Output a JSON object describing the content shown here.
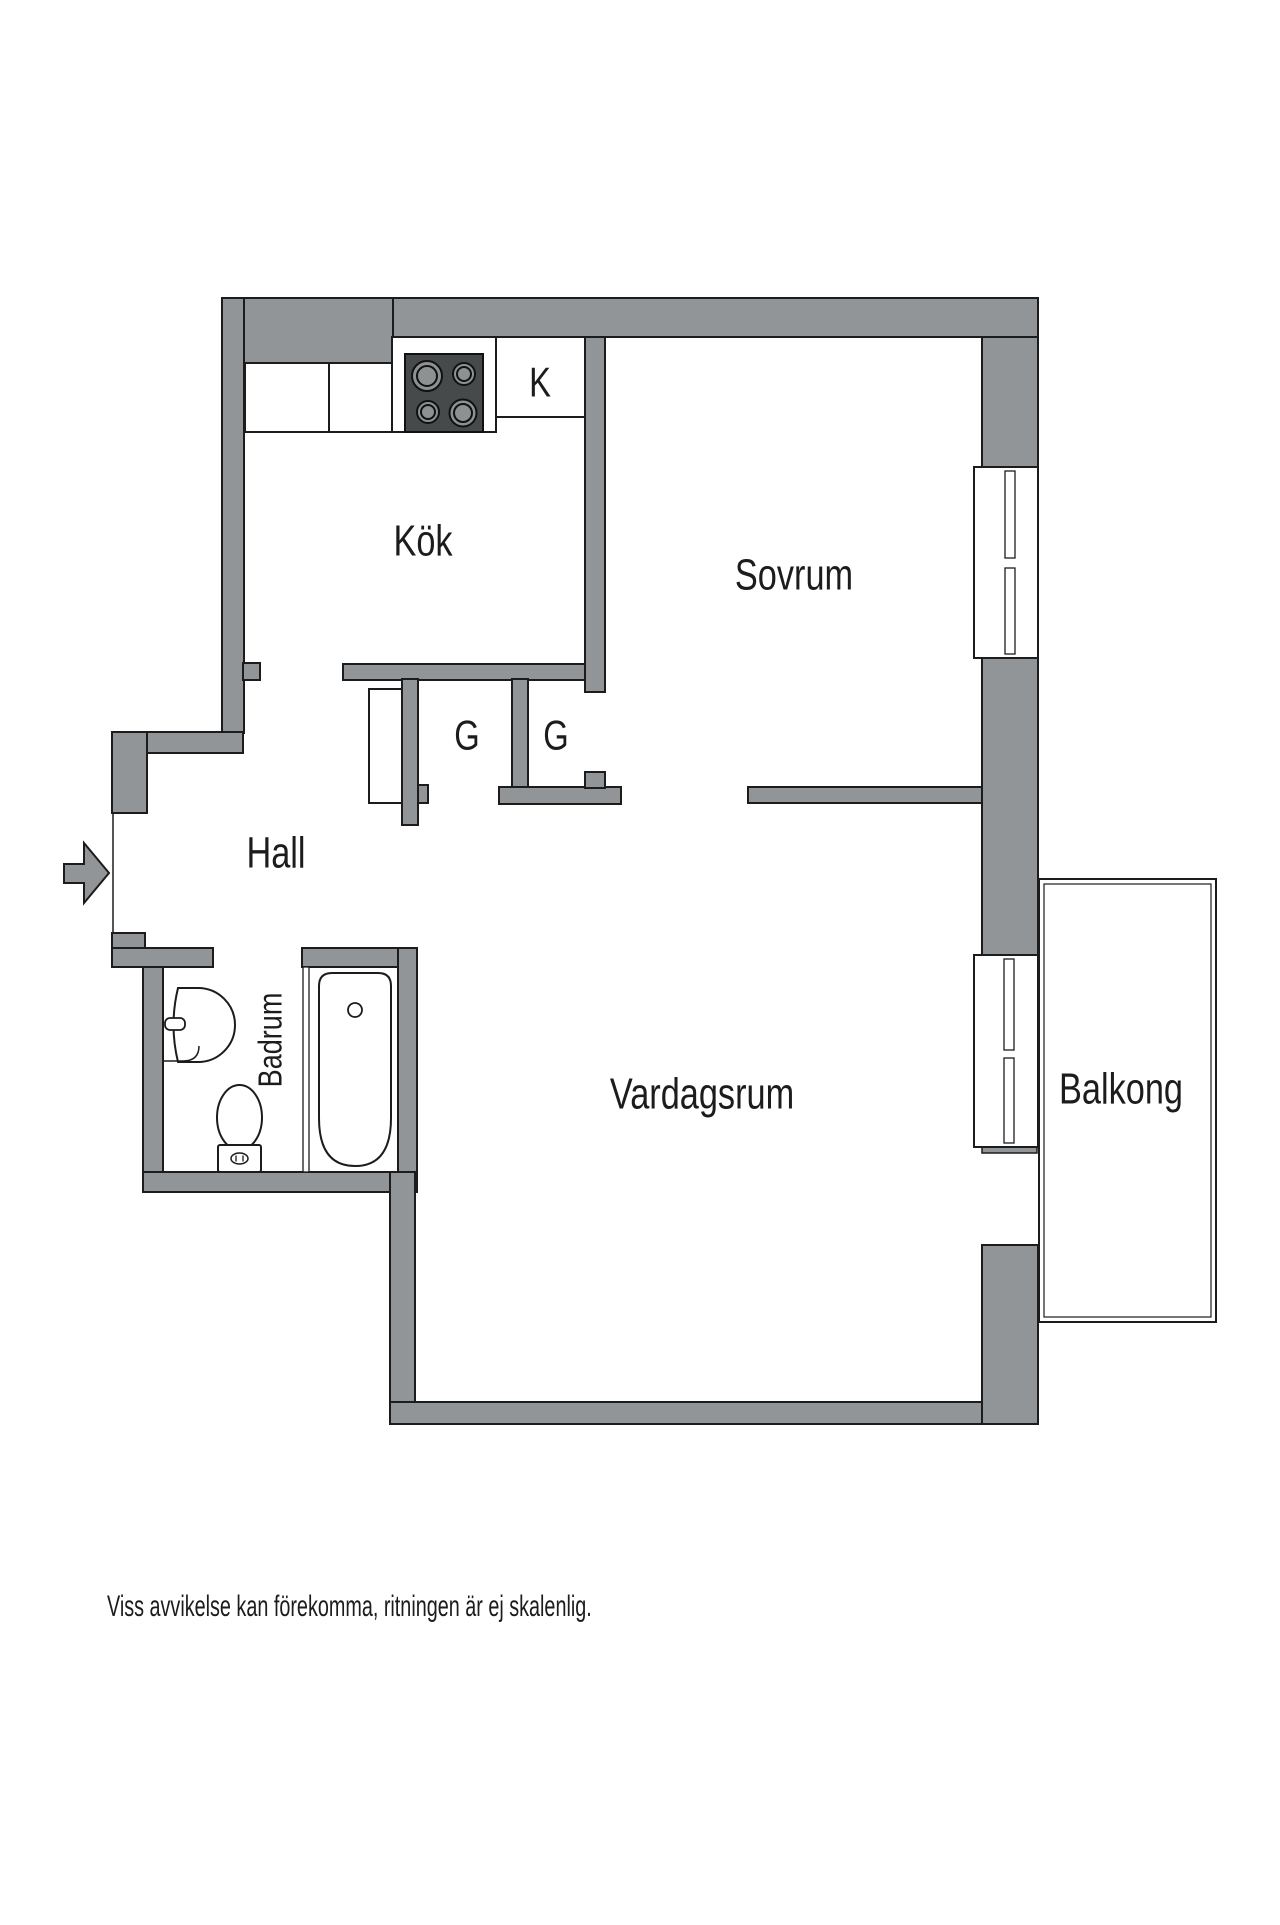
{
  "floorplan": {
    "rooms": {
      "kitchen": "Kök",
      "bedroom": "Sovrum",
      "hall": "Hall",
      "bathroom": "Badrum",
      "living_room": "Vardagsrum",
      "balcony": "Balkong"
    },
    "markers": {
      "fridge": "K",
      "closet_left": "G",
      "closet_right": "G"
    },
    "disclaimer": "Viss avvikelse kan förekomma, ritningen är ej skalenlig.",
    "colors": {
      "wall_fill": "#929598",
      "outline": "#1c1c1c",
      "stove_body": "#474a4b",
      "burner_fill": "#8d9192",
      "background": "#ffffff",
      "text": "#1c1c1c"
    }
  }
}
